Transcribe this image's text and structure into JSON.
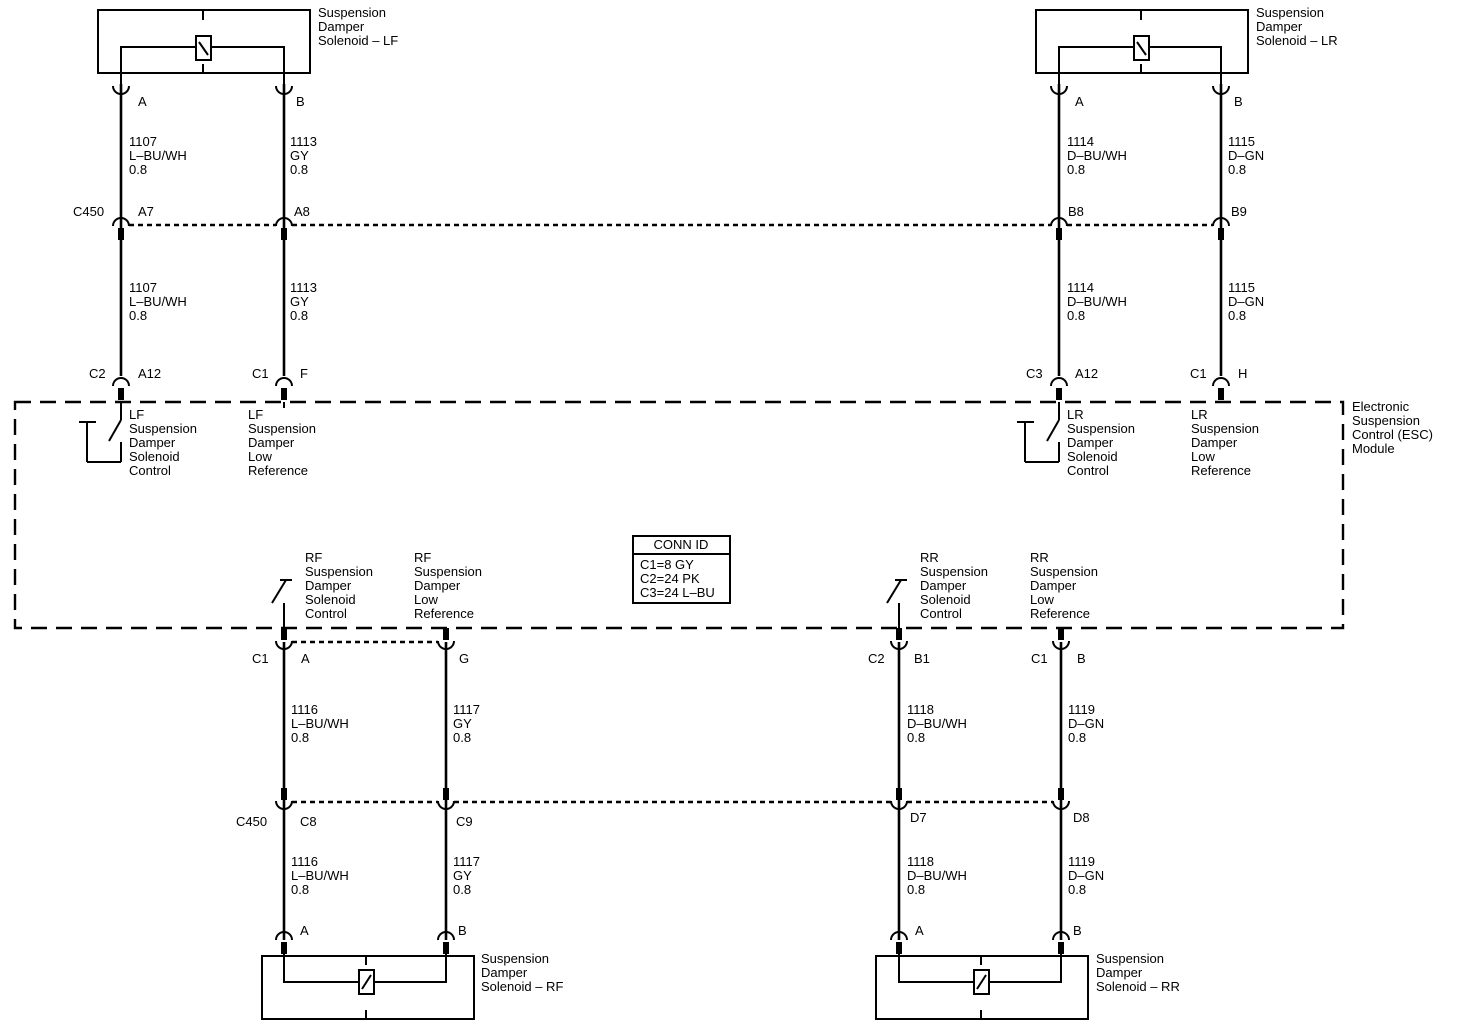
{
  "solenoids": {
    "lf": {
      "label": [
        "Suspension",
        "Damper",
        "Solenoid – LF"
      ],
      "pin_a": "A",
      "pin_b": "B"
    },
    "lr": {
      "label": [
        "Suspension",
        "Damper",
        "Solenoid – LR"
      ],
      "pin_a": "A",
      "pin_b": "B"
    },
    "rf": {
      "label": [
        "Suspension",
        "Damper",
        "Solenoid – RF"
      ],
      "pin_a": "A",
      "pin_b": "B"
    },
    "rr": {
      "label": [
        "Suspension",
        "Damper",
        "Solenoid – RR"
      ],
      "pin_a": "A",
      "pin_b": "B"
    }
  },
  "inline_connector": {
    "top": {
      "name": "C450",
      "pins": [
        "A7",
        "A8",
        "B8",
        "B9"
      ]
    },
    "bottom": {
      "name": "C450",
      "pins": [
        "C8",
        "C9",
        "D7",
        "D8"
      ]
    }
  },
  "wire_labels": {
    "lf_a_upper": [
      "1107",
      "L–BU/WH",
      "0.8"
    ],
    "lf_b_upper": [
      "1113",
      "GY",
      "0.8"
    ],
    "lr_a_upper": [
      "1114",
      "D–BU/WH",
      "0.8"
    ],
    "lr_b_upper": [
      "1115",
      "D–GN",
      "0.8"
    ],
    "lf_a_lower": [
      "1107",
      "L–BU/WH",
      "0.8"
    ],
    "lf_b_lower": [
      "1113",
      "GY",
      "0.8"
    ],
    "lr_a_lower": [
      "1114",
      "D–BU/WH",
      "0.8"
    ],
    "lr_b_lower": [
      "1115",
      "D–GN",
      "0.8"
    ],
    "rf_a_upper": [
      "1116",
      "L–BU/WH",
      "0.8"
    ],
    "rf_b_upper": [
      "1117",
      "GY",
      "0.8"
    ],
    "rr_a_upper": [
      "1118",
      "D–BU/WH",
      "0.8"
    ],
    "rr_b_upper": [
      "1119",
      "D–GN",
      "0.8"
    ],
    "rf_a_lower": [
      "1116",
      "L–BU/WH",
      "0.8"
    ],
    "rf_b_lower": [
      "1117",
      "GY",
      "0.8"
    ],
    "rr_a_lower": [
      "1118",
      "D–BU/WH",
      "0.8"
    ],
    "rr_b_lower": [
      "1119",
      "D–GN",
      "0.8"
    ]
  },
  "module": {
    "label": [
      "Electronic",
      "Suspension",
      "Control (ESC)",
      "Module"
    ],
    "top_pins": [
      {
        "conn": "C2",
        "pin": "A12"
      },
      {
        "conn": "C1",
        "pin": "F"
      },
      {
        "conn": "C3",
        "pin": "A12"
      },
      {
        "conn": "C1",
        "pin": "H"
      }
    ],
    "bottom_pins": [
      {
        "conn": "C1",
        "pin": "A"
      },
      {
        "conn": "",
        "pin": "G"
      },
      {
        "conn": "C2",
        "pin": "B1"
      },
      {
        "conn": "C1",
        "pin": "B"
      }
    ],
    "circuits": {
      "lf_control": [
        "LF",
        "Suspension",
        "Damper",
        "Solenoid",
        "Control"
      ],
      "lf_low_ref": [
        "LF",
        "Suspension",
        "Damper",
        "Low",
        "Reference"
      ],
      "lr_control": [
        "LR",
        "Suspension",
        "Damper",
        "Solenoid",
        "Control"
      ],
      "lr_low_ref": [
        "LR",
        "Suspension",
        "Damper",
        "Low",
        "Reference"
      ],
      "rf_control": [
        "RF",
        "Suspension",
        "Damper",
        "Solenoid",
        "Control"
      ],
      "rf_low_ref": [
        "RF",
        "Suspension",
        "Damper",
        "Low",
        "Reference"
      ],
      "rr_control": [
        "RR",
        "Suspension",
        "Damper",
        "Solenoid",
        "Control"
      ],
      "rr_low_ref": [
        "RR",
        "Suspension",
        "Damper",
        "Low",
        "Reference"
      ]
    }
  },
  "conn_id": {
    "title": "CONN ID",
    "rows": [
      "C1=8 GY",
      "C2=24 PK",
      "C3=24 L–BU"
    ]
  }
}
